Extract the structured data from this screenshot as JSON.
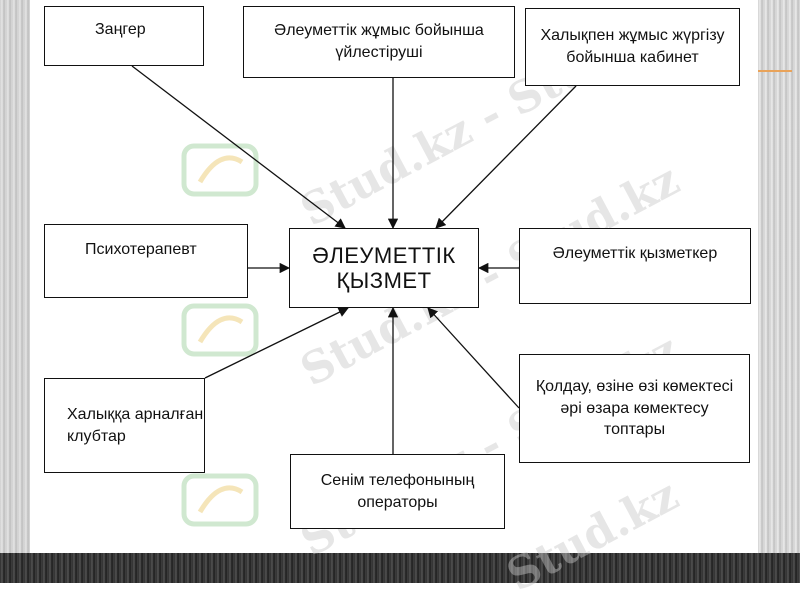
{
  "diagram": {
    "center": "ӘЛЕУМЕТТІК ҚЫЗМЕТ",
    "nodes": {
      "zanger": "Заңгер",
      "coordinator": "Әлеуметтік жұмыс бойынша үйлестіруші",
      "cabinet": "Халықпен жұмыс жүргізу бойынша кабинет",
      "psychotherapist": "Психотерапевт",
      "social_worker": "Әлеуметтік қызметкер",
      "clubs": "Халыққа арналған клубтар",
      "support_groups": "Қолдау, өзіне өзі көмектесі әрі өзара көмектесу топтары",
      "trust_phone": "Сенім телефонының операторы"
    }
  },
  "watermark": {
    "text": "Stud.kz - Stud.kz",
    "text_short": "Stud.kz"
  },
  "colors": {
    "border": "#111111",
    "accent": "#e9a35a"
  }
}
